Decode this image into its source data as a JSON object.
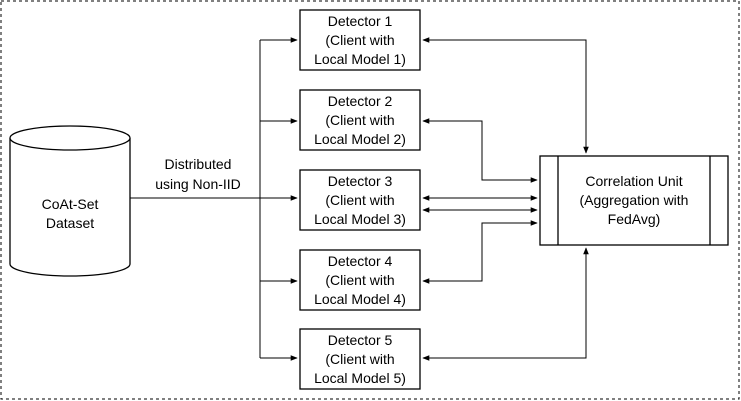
{
  "dataset": {
    "line1": "CoAt-Set",
    "line2": "Dataset"
  },
  "edge_label": {
    "line1": "Distributed",
    "line2": "using Non-IID"
  },
  "detectors": [
    {
      "line1": "Detector 1",
      "line2": "(Client with",
      "line3": "Local Model 1)"
    },
    {
      "line1": "Detector 2",
      "line2": "(Client with",
      "line3": "Local Model 2)"
    },
    {
      "line1": "Detector 3",
      "line2": "(Client with",
      "line3": "Local Model 3)"
    },
    {
      "line1": "Detector 4",
      "line2": "(Client with",
      "line3": "Local Model 4)"
    },
    {
      "line1": "Detector 5",
      "line2": "(Client with",
      "line3": "Local Model 5)"
    }
  ],
  "correlation_unit": {
    "line1": "Correlation Unit",
    "line2": "(Aggregation with",
    "line3": "FedAvg)"
  },
  "colors": {
    "stroke": "#000000",
    "background": "#ffffff"
  }
}
